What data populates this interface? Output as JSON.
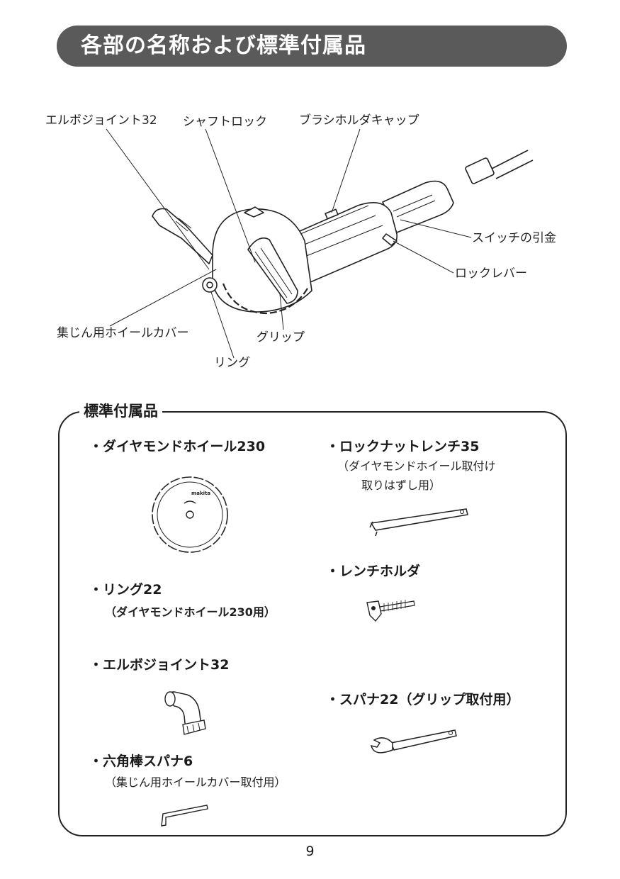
{
  "header": {
    "title": "各部の名称および標準付属品"
  },
  "parts": {
    "elbow_joint": "エルボジョイント32",
    "shaft_lock": "シャフトロック",
    "brush_holder_cap": "ブラシホルダキャップ",
    "switch_trigger": "スイッチの引金",
    "lock_lever": "ロックレバー",
    "dust_cover": "集じん用ホイールカバー",
    "grip": "グリップ",
    "ring": "リング"
  },
  "accessories": {
    "heading": "標準付属品",
    "diamond_wheel": {
      "label": "・ダイヤモンドホイール230",
      "brand": "makita"
    },
    "lock_nut_wrench": {
      "label": "・ロックナットレンチ35",
      "note1": "（ダイヤモンドホイール取付け",
      "note2": "取りはずし用）"
    },
    "wrench_holder": {
      "label": "・レンチホルダ"
    },
    "ring22": {
      "label": "・リング22",
      "note": "（ダイヤモンドホイール230用）"
    },
    "elbow32": {
      "label": "・エルボジョイント32"
    },
    "spanner22": {
      "label": "・スパナ22（グリップ取付用）"
    },
    "hex_wrench": {
      "label": "・六角棒スパナ6",
      "note": "（集じん用ホイールカバー取付用）"
    }
  },
  "page_number": "9"
}
